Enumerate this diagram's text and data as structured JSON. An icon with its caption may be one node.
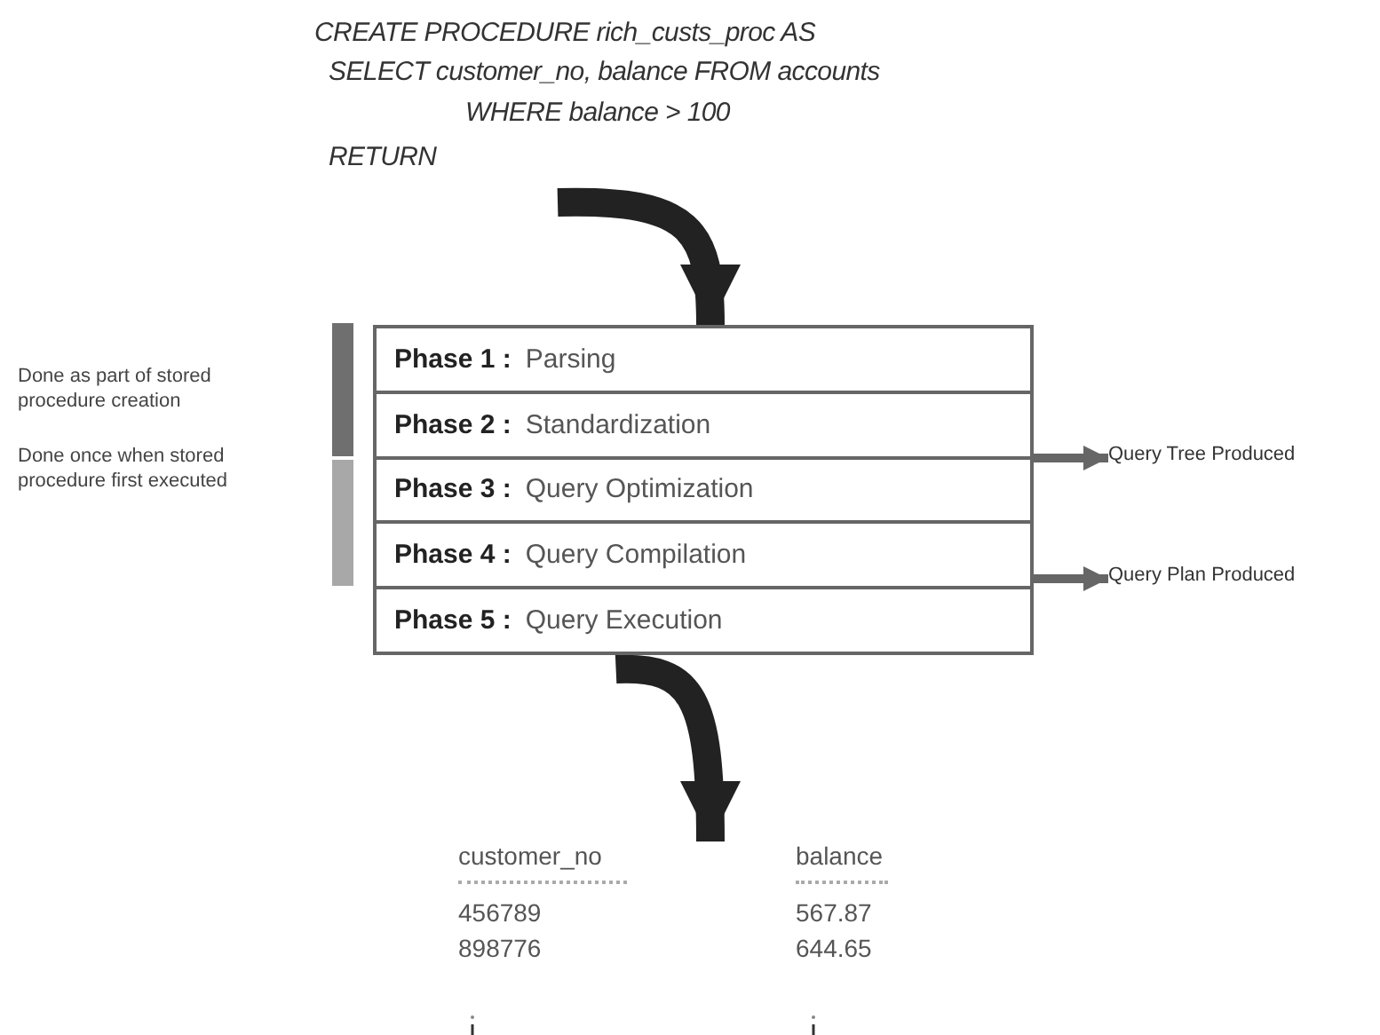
{
  "diagram": {
    "nodes": [
      {
        "text": [
          "CREATE PROCEDURE rich_custs_proc AS",
          "SELECT customer_no, balance FROM accounts",
          "WHERE balance > 100",
          "RETURN"
        ]
      },
      {
        "text": [],
        "shape": "box"
      },
      {
        "text": [
          "Phase 1 :",
          "Parsing"
        ],
        "in": 1
      },
      {
        "text": [
          "Phase 2 :",
          "Standardization"
        ],
        "in": 1
      },
      {
        "text": [
          "Phase 3 :",
          "Query Optimization"
        ],
        "in": 1
      },
      {
        "text": [
          "Phase 4 :",
          "Query Compilation"
        ],
        "in": 1
      },
      {
        "text": [
          "Phase 5 :",
          "Query Execution"
        ],
        "in": 1
      },
      {
        "text": [
          "Query Tree Produced"
        ]
      },
      {
        "text": [
          "Query Plan Produced"
        ]
      },
      {
        "text": [
          "customer_no",
          "balance",
          "456789",
          "567.87",
          "898776",
          "644.65"
        ]
      }
    ],
    "edges": [
      {
        "from": 0,
        "to": 1,
        "arrow": "to",
        "style": "thick"
      },
      {
        "from": 1,
        "to": 7,
        "arrow": "to",
        "color": "#666666"
      },
      {
        "from": 1,
        "to": 8,
        "arrow": "to",
        "color": "#666666"
      },
      {
        "from": 1,
        "to": 9,
        "arrow": "to",
        "style": "thick"
      }
    ],
    "labels": [
      "Done as part of stored procedure creation",
      "Done once when stored procedure first executed"
    ]
  }
}
